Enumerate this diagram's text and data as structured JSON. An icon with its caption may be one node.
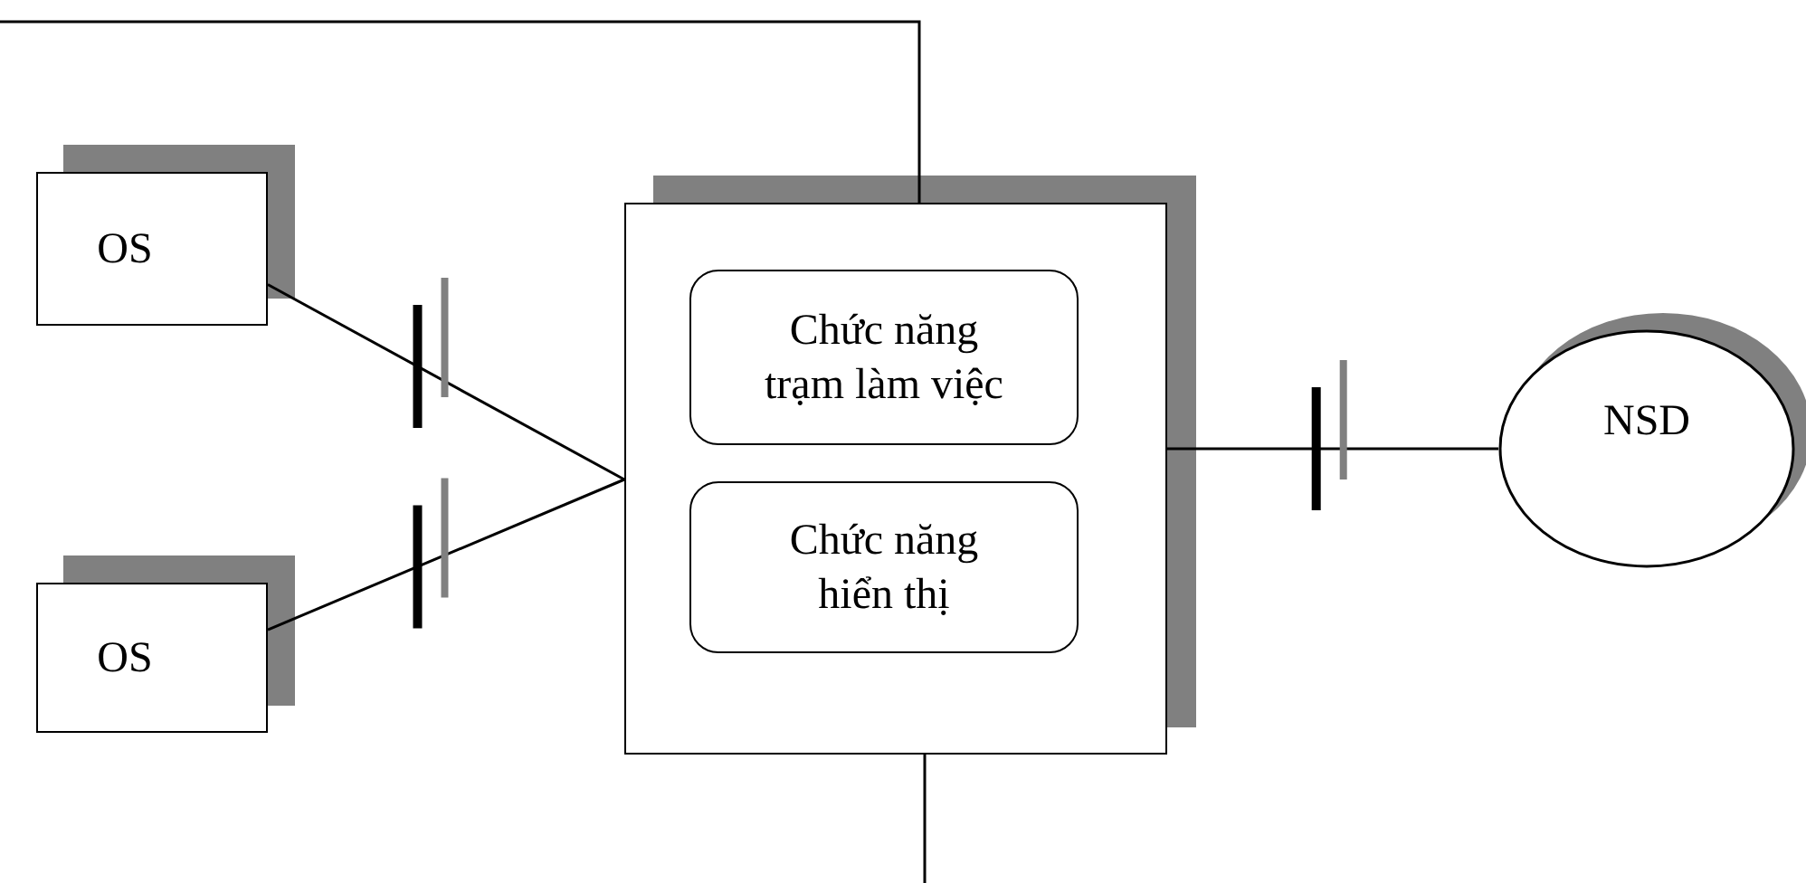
{
  "diagram": {
    "nodes": [
      {
        "text": [
          "OS"
        ]
      },
      {
        "text": [],
        "shape": "box"
      },
      {
        "text": [
          "Chức năng trạm làm việc"
        ],
        "in": 1
      },
      {
        "text": [
          "Chức năng hiển thị"
        ],
        "in": 1
      },
      {
        "text": [
          "NSD"
        ]
      },
      {
        "text": [
          "OS"
        ]
      }
    ],
    "edges": [
      {
        "from": 0,
        "to": 1,
        "arrow": "none"
      },
      {
        "from": 5,
        "to": 1,
        "arrow": "none"
      },
      {
        "from": 1,
        "to": 4,
        "arrow": "none"
      },
      {
        "from": null,
        "to": 1,
        "arrow": "none"
      },
      {
        "from": 1,
        "to": null,
        "arrow": "none"
      }
    ]
  }
}
